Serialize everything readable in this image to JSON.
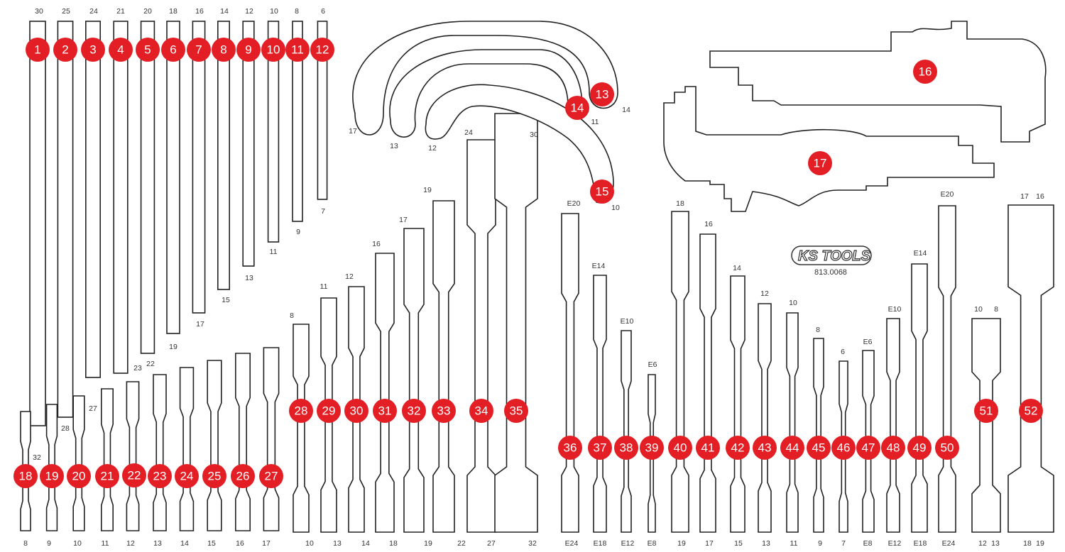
{
  "title": "Tool foam insert layout",
  "logo": {
    "brand": "KS TOOLS",
    "part_number": "813.0068"
  },
  "badges": [
    "1",
    "2",
    "3",
    "4",
    "5",
    "6",
    "7",
    "8",
    "9",
    "10",
    "11",
    "12",
    "13",
    "14",
    "15",
    "16",
    "17",
    "18",
    "19",
    "20",
    "21",
    "22",
    "23",
    "24",
    "25",
    "26",
    "27",
    "28",
    "29",
    "30",
    "31",
    "32",
    "33",
    "34",
    "35",
    "36",
    "37",
    "38",
    "39",
    "40",
    "41",
    "42",
    "43",
    "44",
    "45",
    "46",
    "47",
    "48",
    "49",
    "50",
    "51",
    "52"
  ],
  "size_labels": {
    "top_row_upper": [
      "30",
      "25",
      "24",
      "21",
      "20",
      "18",
      "16",
      "14",
      "12",
      "10",
      "8",
      "6"
    ],
    "top_row_lower": [
      "7",
      "9",
      "11",
      "13",
      "15",
      "17",
      "19",
      "22",
      "23",
      "27",
      "28",
      "32"
    ],
    "bottom_left": [
      "8",
      "9",
      "10",
      "11",
      "12",
      "13",
      "14",
      "15",
      "16",
      "17",
      "10",
      "13",
      "14",
      "18",
      "19",
      "22",
      "27",
      "32"
    ],
    "middle_wrenches": [
      "8",
      "11",
      "12",
      "16",
      "17",
      "19",
      "24",
      "30"
    ],
    "hooks": [
      "17",
      "13",
      "12",
      "11",
      "14",
      "10"
    ],
    "right_upper": [
      "E20",
      "E14",
      "E10",
      "E6",
      "18",
      "16",
      "14",
      "12",
      "10",
      "8",
      "6",
      "E6",
      "E10",
      "E14",
      "E20",
      "10",
      "8",
      "17",
      "16"
    ],
    "right_bottom": [
      "E24",
      "E18",
      "E12",
      "E8",
      "19",
      "17",
      "15",
      "13",
      "11",
      "9",
      "7",
      "E8",
      "E12",
      "E18",
      "E24",
      "12",
      "13",
      "18",
      "19"
    ]
  },
  "colors": {
    "badge": "#e31e24",
    "outline": "#222222"
  }
}
